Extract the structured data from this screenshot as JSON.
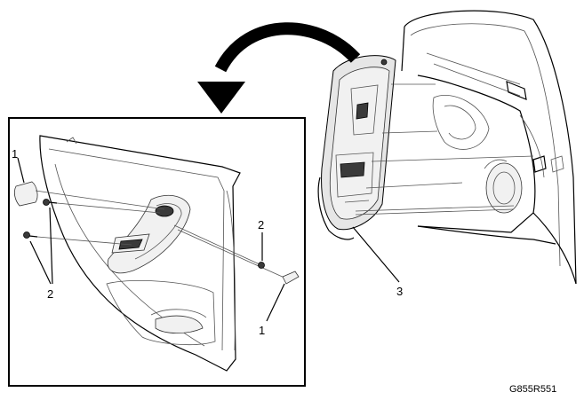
{
  "figure_code": "G855R551",
  "callouts": {
    "clip_upper": "1",
    "clip_lower": "1",
    "screws_upper": "2",
    "screws_lower": "2",
    "trim_panel": "3"
  },
  "icons": [
    "curved-arrow-icon",
    "door-trim-panel",
    "door-frame",
    "detail-inset"
  ]
}
